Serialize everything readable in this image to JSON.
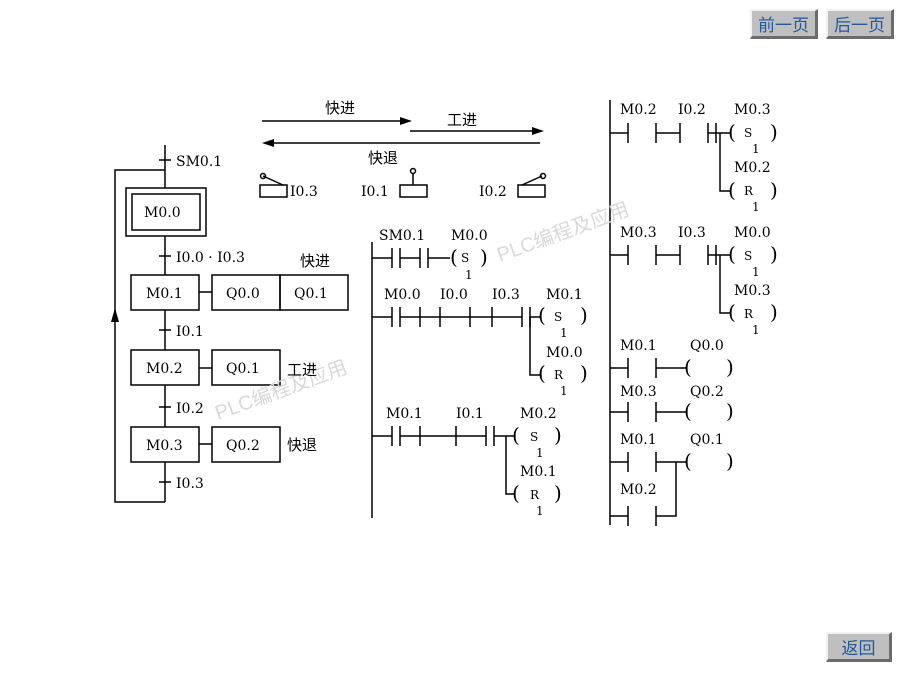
{
  "nav": {
    "prev": "前一页",
    "next": "后一页",
    "back": "返回"
  },
  "watermark": "PLC编程及应用",
  "motion": {
    "fast_forward": "快进",
    "work_feed": "工进",
    "fast_return": "快退"
  },
  "switches": [
    "I0.3",
    "I0.1",
    "I0.2"
  ],
  "sfc": {
    "init_transition": "SM0.1",
    "initial_step": "M0.0",
    "t1": "I0.0 · I0.3",
    "t2": "I0.1",
    "t3": "I0.2",
    "t4": "I0.3",
    "steps": [
      {
        "name": "M0.1",
        "actions": [
          "Q0.0",
          "Q0.1"
        ],
        "note": "快进"
      },
      {
        "name": "M0.2",
        "actions": [
          "Q0.1"
        ],
        "note": "工进"
      },
      {
        "name": "M0.3",
        "actions": [
          "Q0.2"
        ],
        "note": "快退"
      }
    ]
  },
  "ladder": {
    "r1": {
      "c1": "SM0.1",
      "coil": "M0.0",
      "op": "S",
      "n": "1"
    },
    "r2": {
      "c1": "M0.0",
      "c2": "I0.0",
      "c3": "I0.3",
      "coil1": "M0.1",
      "op1": "S",
      "n1": "1",
      "coil2": "M0.0",
      "op2": "R",
      "n2": "1"
    },
    "r3": {
      "c1": "M0.1",
      "c2": "I0.1",
      "coil1": "M0.2",
      "op1": "S",
      "n1": "1",
      "coil2": "M0.1",
      "op2": "R",
      "n2": "1"
    },
    "r4": {
      "c1": "M0.2",
      "c2": "I0.2",
      "coil1": "M0.3",
      "op1": "S",
      "n1": "1",
      "coil2": "M0.2",
      "op2": "R",
      "n2": "1"
    },
    "r5": {
      "c1": "M0.3",
      "c2": "I0.3",
      "coil1": "M0.0",
      "op1": "S",
      "n1": "1",
      "coil2": "M0.3",
      "op2": "R",
      "n2": "1"
    },
    "r6": {
      "c1": "M0.1",
      "coil": "Q0.0"
    },
    "r7": {
      "c1": "M0.3",
      "coil": "Q0.2"
    },
    "r8": {
      "c1": "M0.1",
      "c2": "M0.2",
      "coil": "Q0.1"
    }
  }
}
